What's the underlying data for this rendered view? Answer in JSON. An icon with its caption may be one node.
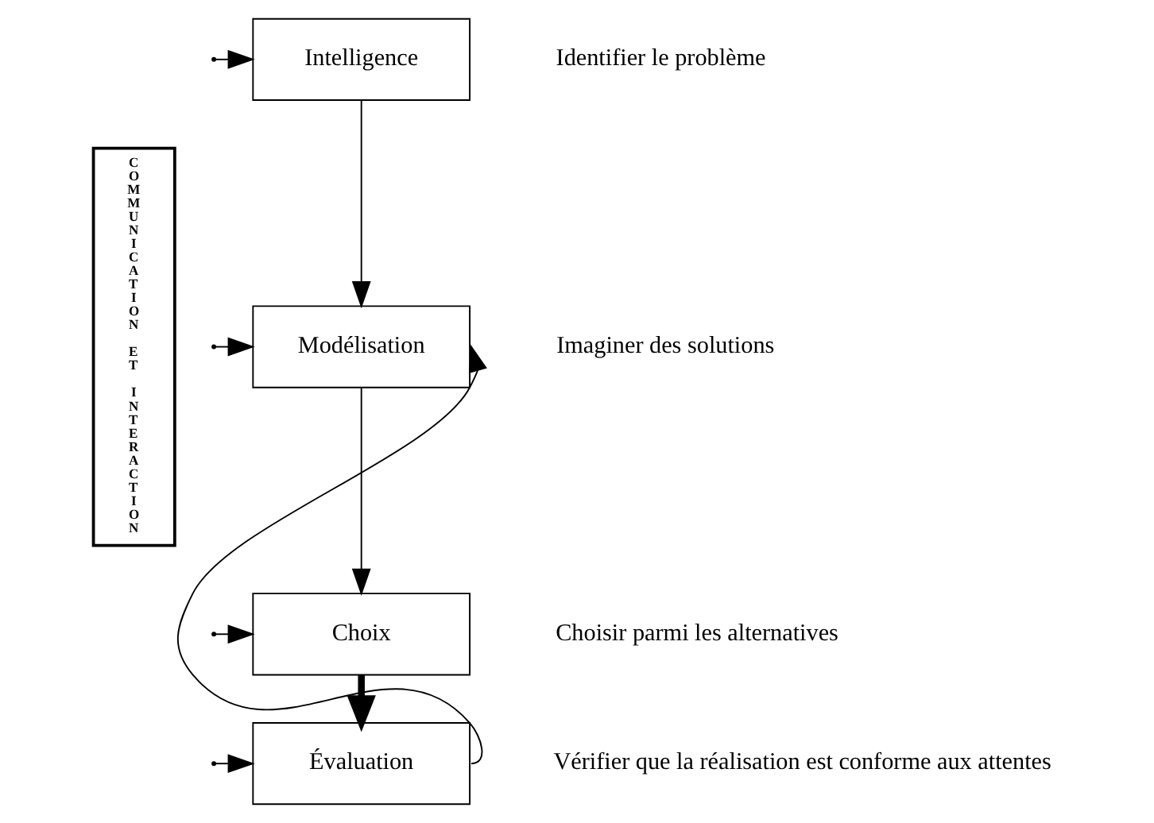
{
  "diagram": {
    "nodes": [
      {
        "text": [
          "COMMUNICATION ET INTERACTION"
        ]
      },
      {
        "text": [
          "Intelligence"
        ],
        "beside": [
          "Identifier le problème"
        ]
      },
      {
        "text": [
          "Modélisation"
        ],
        "beside": [
          "Imaginer des solutions"
        ]
      },
      {
        "text": [
          "Choix"
        ],
        "beside": [
          "Choisir parmi les alternatives"
        ]
      },
      {
        "text": [
          "Évaluation"
        ],
        "beside": [
          "Vérifier que la réalisation est conforme aux attentes"
        ]
      }
    ],
    "edges": [
      {
        "from": null,
        "to": 1,
        "arrow": "to"
      },
      {
        "from": null,
        "to": 2,
        "arrow": "to"
      },
      {
        "from": null,
        "to": 3,
        "arrow": "to"
      },
      {
        "from": null,
        "to": 4,
        "arrow": "to"
      },
      {
        "from": 1,
        "to": 2,
        "arrow": "to"
      },
      {
        "from": 2,
        "to": 3,
        "arrow": "to"
      },
      {
        "from": 3,
        "to": 4,
        "arrow": "to",
        "style": "thick"
      },
      {
        "from": 4,
        "to": 2,
        "arrow": "to"
      }
    ]
  }
}
